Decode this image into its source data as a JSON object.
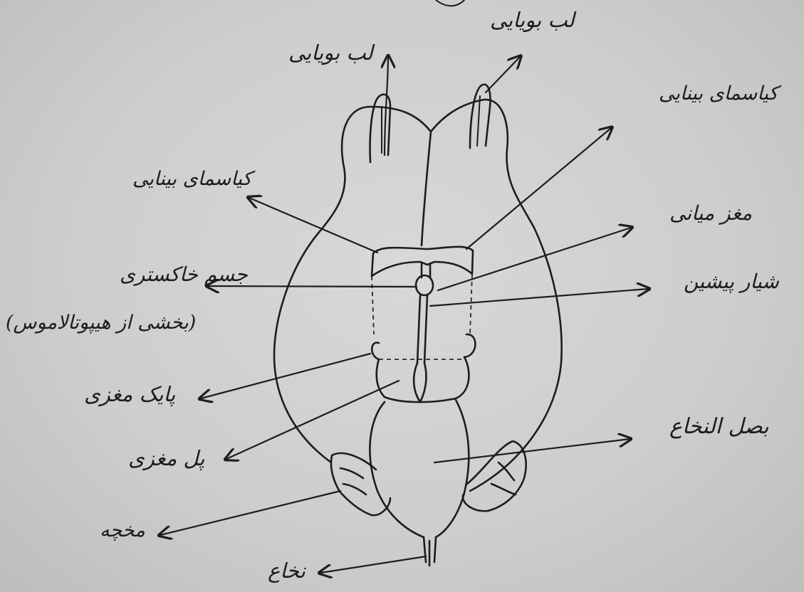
{
  "labels": {
    "olfactory_bulb_left": "لب بویایی",
    "olfactory_bulb_right": "لب بویایی",
    "optic_chiasm_right": "کیاسمای بینایی",
    "optic_chiasm_left": "کیاسمای بینایی",
    "midbrain": "مغز میانی",
    "hypothalamus_body": "جسم خاکستری",
    "hypothalamus_note": "(بخشی از هیپوتالاموس)",
    "anterior_groove": "شیار پیشین",
    "cerebral_peduncle": "پایک مغزی",
    "pons": "پل مغزی",
    "medulla": "بصل النخاع",
    "cerebellum": "مخچه",
    "spinal_cord": "نخاع"
  }
}
